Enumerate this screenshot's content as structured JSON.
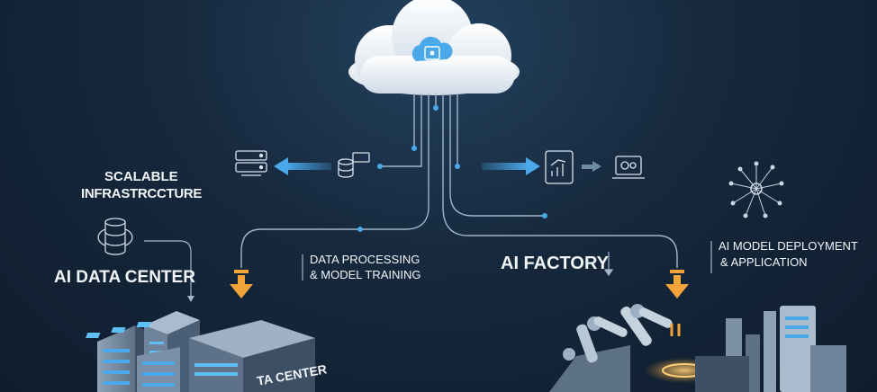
{
  "labels": {
    "scalable_1": "SCALABLE",
    "scalable_2": "INFRASTRCCTURE",
    "data_center": "AI DATA CENTER",
    "processing_1": "DATA PROCESSING",
    "processing_2": "& MODEL TRAINING",
    "factory": "AI FACTORY",
    "deploy_1": "AI MODEL DEPLOYMENT",
    "deploy_2": "& APPLICATION",
    "dc_sign": "TA CENTER"
  },
  "colors": {
    "background": "#16283d",
    "cloud": "#e8eef5",
    "accent_blue": "#4aa9e9",
    "arrow_orange": "#f2a33a",
    "line": "#9fb6cc"
  },
  "icons": [
    "cloud-icon",
    "server-stack-icon",
    "analytics-tablet-icon",
    "laptop-icon",
    "ai-network-icon",
    "robot-arm-icon"
  ]
}
